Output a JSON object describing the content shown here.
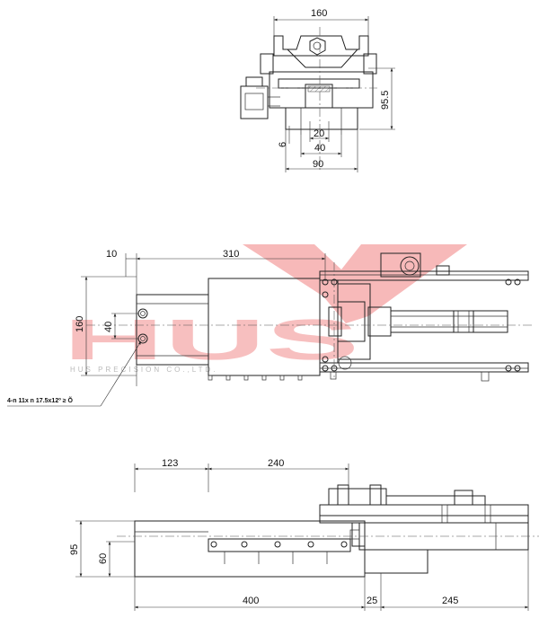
{
  "watermark": {
    "brand": "HUS",
    "subtitle": "HUS PRECISION CO.,LTD."
  },
  "top_view": {
    "dims": {
      "width_160": "160",
      "height_95_5": "95.5",
      "d20": "20",
      "d40": "40",
      "d90": "90",
      "d6": "6"
    }
  },
  "plan_view": {
    "dims": {
      "d10": "10",
      "d310": "310",
      "d160": "160",
      "d40": "40"
    },
    "hole_note": "4-n 11x n 17.5x12º ≥ Õ"
  },
  "side_view": {
    "dims": {
      "d123": "123",
      "d240": "240",
      "d95": "95",
      "d60": "60",
      "d400": "400",
      "d25": "25",
      "d245": "245"
    }
  }
}
